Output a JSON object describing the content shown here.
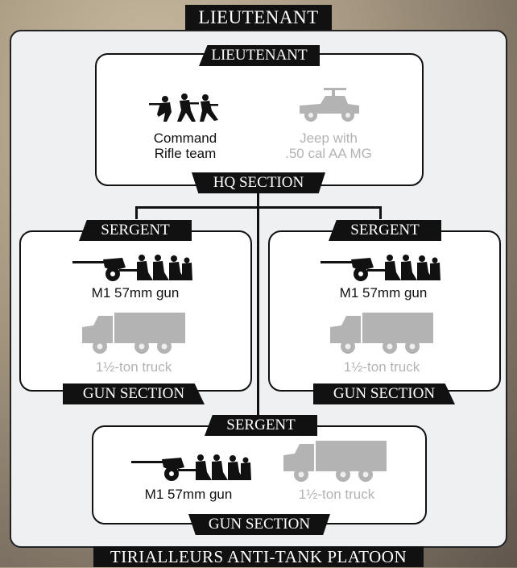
{
  "title": "LIEUTENANT",
  "footer": "TIRIALLEURS ANTI-TANK PLATOON",
  "hq": {
    "header": "LIEUTENANT",
    "footer": "HQ SECTION",
    "units": [
      {
        "label_line1": "Command",
        "label_line2": "Rifle team",
        "icon": "rifle-team-icon"
      },
      {
        "label_line1": "Jeep with",
        "label_line2": ".50 cal AA MG",
        "icon": "jeep-icon"
      }
    ]
  },
  "gun_sections": [
    {
      "header": "SERGENT",
      "footer": "GUN SECTION",
      "gun_label": "M1 57mm gun",
      "truck_label": "1½-ton truck"
    },
    {
      "header": "SERGENT",
      "footer": "GUN SECTION",
      "gun_label": "M1 57mm gun",
      "truck_label": "1½-ton truck"
    },
    {
      "header": "SERGENT",
      "footer": "GUN SECTION",
      "gun_label": "M1 57mm gun",
      "truck_label": "1½-ton truck"
    }
  ],
  "colors": {
    "ink": "#111111",
    "inactive": "#b3b3b3",
    "panel": "#eef0f1"
  }
}
